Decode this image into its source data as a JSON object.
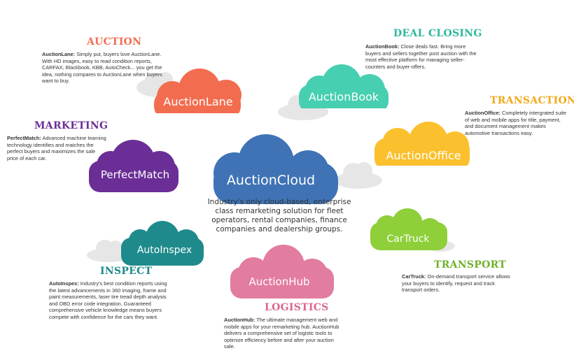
{
  "colors": {
    "auctionlane": "#f26d4f",
    "auctionbook": "#46cfb0",
    "auctionoffice": "#fbc02d",
    "perfectmatch": "#6a2e96",
    "auctioncloud": "#3f73b5",
    "autoinspex": "#1f8a8c",
    "cartruck": "#8ecf3a",
    "auctionhub": "#e27ca0",
    "ghost": "#e6e6e6",
    "text": "#333333"
  },
  "center": {
    "name": "AuctionCloud",
    "description": "Industry's only cloud-based, enterprise class remarketing solution for fleet operators, rental companies, finance companies and dealership groups."
  },
  "sections": {
    "auction": {
      "heading": "AUCTION",
      "cloud": "AuctionLane",
      "term": "AuctionLane:",
      "text": " Simply put, buyers love AuctionLane. With HD images, easy to read condition reports, CARFAX, Blackbook, KBB, AutoCheck... you get the idea, nothing compares to AuctionLane when buyers want to buy."
    },
    "deal_closing": {
      "heading": "DEAL CLOSING",
      "cloud": "AuctionBook",
      "term": "AuctionBook:",
      "text": " Close deals fast. Bring more buyers and sellers together post auction with the most effective platform for managing seller-counters and buyer-offers."
    },
    "transaction": {
      "heading": "TRANSACTION",
      "cloud": "AuctionOffice",
      "term": "AuctionOffice:",
      "text": " Completely intergrated suite of web and mobile apps for title, payment, and document management makes automotive transactions easy."
    },
    "marketing": {
      "heading": "MARKETING",
      "cloud": "PerfectMatch",
      "term": "PerfectMatch:",
      "text": " Advanced machine learning technology identifies and matches the perfect buyers and maximizes the sale price of each car."
    },
    "inspect": {
      "heading": "INSPECT",
      "cloud": "AutoInspex",
      "term": "AutoInspex:",
      "text": " Industry's best condition reports using the latest advancements in 360 imaging, frame and paint measurements, laser tire tread depth analysis and OBD error code integration. Guaranteed comprehensive vehicle knowledge means buyers compete with confidence for the cars they want."
    },
    "logistics": {
      "heading": "LOGISTICS",
      "cloud": "AuctionHub",
      "term": "AuctionHub:",
      "text": " The ultimate management web and mobile apps for your remarketing hub.  AuctionHub delivers a comprehensive set of logistic tools to optimize efficiency before and after your auction sale."
    },
    "transport": {
      "heading": "TRANSPORT",
      "cloud": "CarTruck",
      "term": "CarTruck:",
      "text": " On-demand transport service allows your buyers to identify, request and track transport orders."
    }
  }
}
